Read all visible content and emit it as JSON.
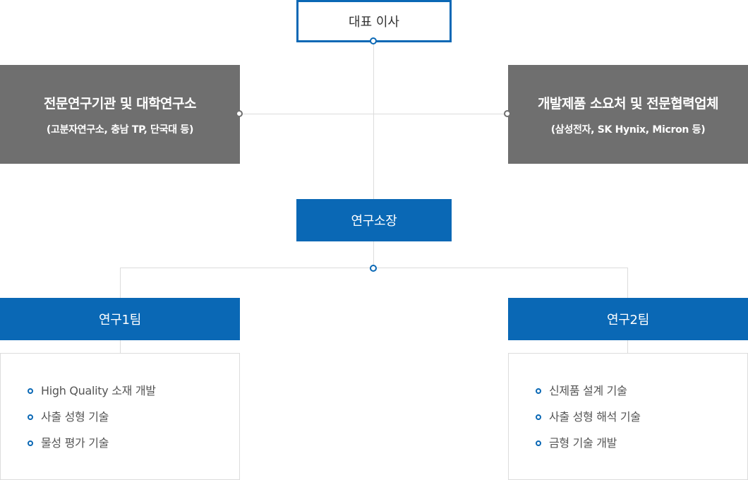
{
  "ceo": {
    "label": "대표 이사"
  },
  "research_institutes": {
    "title": "전문연구기관 및 대학연구소",
    "subtitle": "(고분자연구소, 충남 TP, 단국대 등)"
  },
  "partners": {
    "title": "개발제품 소요처 및 전문협력업체",
    "subtitle": "(삼성전자, SK Hynix, Micron 등)"
  },
  "lab_director": {
    "label": "연구소장"
  },
  "team1": {
    "label": "연구1팀",
    "items": [
      "High Quality 소재 개발",
      "사출 성형 기술",
      "물성 평가 기술"
    ]
  },
  "team2": {
    "label": "연구2팀",
    "items": [
      "신제품 설계 기술",
      "사출 성형 해석 기술",
      "금형 기술 개발"
    ]
  },
  "colors": {
    "accent": "#0a68b5",
    "gray": "#6f6f6f",
    "line": "#dcdcdc"
  }
}
